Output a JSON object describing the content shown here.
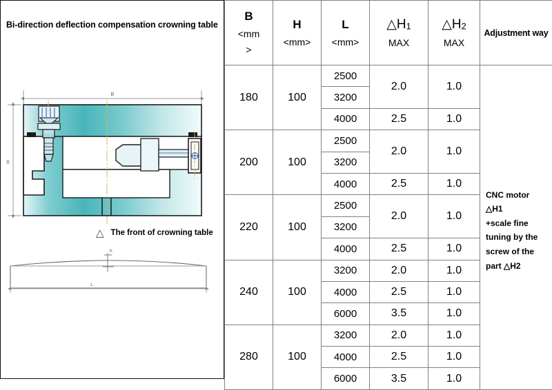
{
  "drawing": {
    "title": "Bi-direction deflection compensation crowning table",
    "caption": "The front of crowning table",
    "caption_symbol": "△",
    "dim_b": "B",
    "dim_h": "H",
    "dim_l": "L",
    "dim_h_small": "h",
    "colors": {
      "body_teal": "#4cb8bc",
      "body_light": "#eaf7f8",
      "outline": "#1a1a1a",
      "dim_line": "#7a7a7a",
      "center_line": "#d6b24a",
      "bolt_blue": "#2a4fa8"
    }
  },
  "table": {
    "columns": [
      {
        "key": "B",
        "main": "B",
        "unit": "<mm>",
        "unit_line1": "<mm",
        "unit_line2": ">"
      },
      {
        "key": "H",
        "main": "H",
        "unit": "<mm>"
      },
      {
        "key": "L",
        "main": "L",
        "unit": "<mm>"
      },
      {
        "key": "H1",
        "delta": "△H",
        "sub": "1",
        "note": "MAX"
      },
      {
        "key": "H2",
        "delta": "△H",
        "sub": "2",
        "note": "MAX"
      },
      {
        "key": "ADJ",
        "main": "Adjustment way"
      }
    ],
    "adjustment_way": {
      "lines": [
        "CNC motor △H1",
        "+scale fine",
        "tuning by the",
        "screw of the",
        "part △H2"
      ],
      "text": "CNC motor △H1 +scale fine tuning by the screw of the part △H2"
    },
    "groups": [
      {
        "B": "180",
        "H": "100",
        "rows": [
          {
            "L": "2500",
            "H1": "2.0",
            "H1_rowspan": 2,
            "H2": "1.0",
            "H2_rowspan": 2
          },
          {
            "L": "3200"
          },
          {
            "L": "4000",
            "H1": "2.5",
            "H1_rowspan": 1,
            "H2": "1.0",
            "H2_rowspan": 1
          }
        ]
      },
      {
        "B": "200",
        "H": "100",
        "rows": [
          {
            "L": "2500",
            "H1": "2.0",
            "H1_rowspan": 2,
            "H2": "1.0",
            "H2_rowspan": 2
          },
          {
            "L": "3200"
          },
          {
            "L": "4000",
            "H1": "2.5",
            "H1_rowspan": 1,
            "H2": "1.0",
            "H2_rowspan": 1
          }
        ]
      },
      {
        "B": "220",
        "H": "100",
        "rows": [
          {
            "L": "2500",
            "H1": "2.0",
            "H1_rowspan": 2,
            "H2": "1.0",
            "H2_rowspan": 2
          },
          {
            "L": "3200"
          },
          {
            "L": "4000",
            "H1": "2.5",
            "H1_rowspan": 1,
            "H2": "1.0",
            "H2_rowspan": 1
          }
        ]
      },
      {
        "B": "240",
        "H": "100",
        "rows": [
          {
            "L": "3200",
            "H1": "2.0",
            "H1_rowspan": 1,
            "H2": "1.0",
            "H2_rowspan": 1
          },
          {
            "L": "4000",
            "H1": "2.5",
            "H1_rowspan": 1,
            "H2": "1.0",
            "H2_rowspan": 1
          },
          {
            "L": "6000",
            "H1": "3.5",
            "H1_rowspan": 1,
            "H2": "1.0",
            "H2_rowspan": 1
          }
        ]
      },
      {
        "B": "280",
        "H": "100",
        "rows": [
          {
            "L": "3200",
            "H1": "2.0",
            "H1_rowspan": 1,
            "H2": "1.0",
            "H2_rowspan": 1
          },
          {
            "L": "4000",
            "H1": "2.5",
            "H1_rowspan": 1,
            "H2": "1.0",
            "H2_rowspan": 1
          },
          {
            "L": "6000",
            "H1": "3.5",
            "H1_rowspan": 1,
            "H2": "1.0",
            "H2_rowspan": 1
          }
        ]
      }
    ]
  }
}
